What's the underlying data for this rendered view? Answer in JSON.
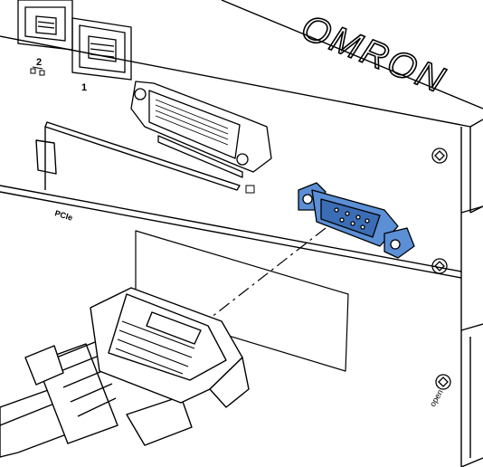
{
  "brand_logo": "OMRON",
  "labels": {
    "ethernet_port_2": "2",
    "ethernet_port_1": "1",
    "pcie_slot": "PCIe",
    "open_label": "open"
  },
  "colors": {
    "connector_highlight": "#5b8fd6",
    "connector_shadow": "#3a6db5",
    "outline": "#000000",
    "background": "#ffffff"
  },
  "icons": {
    "network_symbol": "network-icon",
    "serial_symbol": "serial-port-icon",
    "screw": "screw-icon"
  }
}
